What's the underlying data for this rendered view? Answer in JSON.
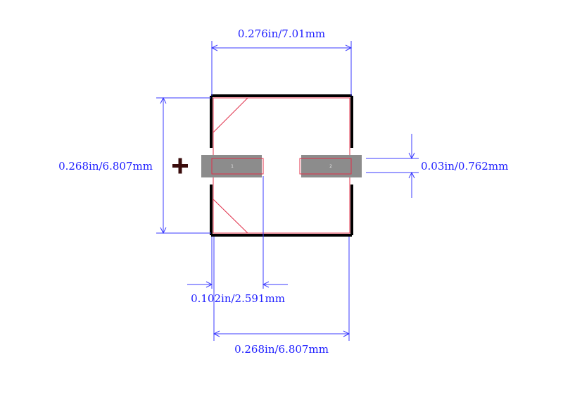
{
  "dimensions": {
    "top_width": "0.276in/7.01mm",
    "left_height": "0.268in/6.807mm",
    "pad_height": "0.03in/0.762mm",
    "pad_length": "0.102in/2.591mm",
    "bottom_width": "0.268in/6.807mm"
  },
  "pads": {
    "pad1_label": "1",
    "pad2_label": "2"
  },
  "polarity": {
    "symbol": "+"
  },
  "colors": {
    "dimension": "#3b3bff",
    "outline": "#000000",
    "courtyard": "#e0304a",
    "pad": "#8c8c8c"
  }
}
